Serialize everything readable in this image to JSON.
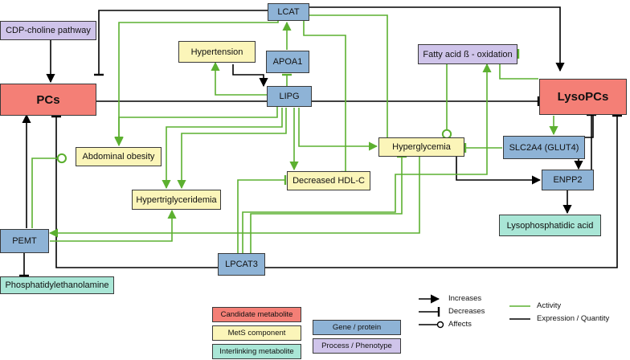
{
  "nodes": {
    "lcat": "LCAT",
    "cdp": "CDP-choline pathway",
    "hypertension": "Hypertension",
    "apoa1": "APOA1",
    "fatty_acid": "Fatty acid ß - oxidation",
    "pcs": "PCs",
    "lipg": "LIPG",
    "lysopcs": "LysoPCs",
    "hyperglycemia": "Hyperglycemia",
    "slc2a4": "SLC2A4 (GLUT4)",
    "abdominal_obesity": "Abdominal obesity",
    "decreased_hdl": "Decreased HDL-C",
    "enpp2": "ENPP2",
    "hypertriglyceridemia": "Hypertriglyceridemia",
    "lysophosphatidic_acid": "Lysophosphatidic acid",
    "pemt": "PEMT",
    "lpcat3": "LPCAT3",
    "phosphatidylethanolamine": "Phosphatidylethanolamine"
  },
  "legend": {
    "candidate_metabolite": "Candidate metabolite",
    "mets_component": "MetS component",
    "interlinking_metabolite": "Interlinking metabolite",
    "gene_protein": "Gene / protein",
    "process_phenotype": "Process / Phenotype",
    "increases": "Increases",
    "decreases": "Decreases",
    "affects": "Affects",
    "activity": "Activity",
    "expression_quantity": "Expression / Quantity"
  },
  "colors": {
    "gene_protein": "#8eb3d6",
    "mets_component": "#fbf5b9",
    "candidate_metabolite": "#f47f76",
    "process_phenotype": "#cfc4ea",
    "interlinking_metabolite": "#a9e6d6",
    "activity_edge": "#5cb030",
    "expression_edge": "#000000"
  }
}
